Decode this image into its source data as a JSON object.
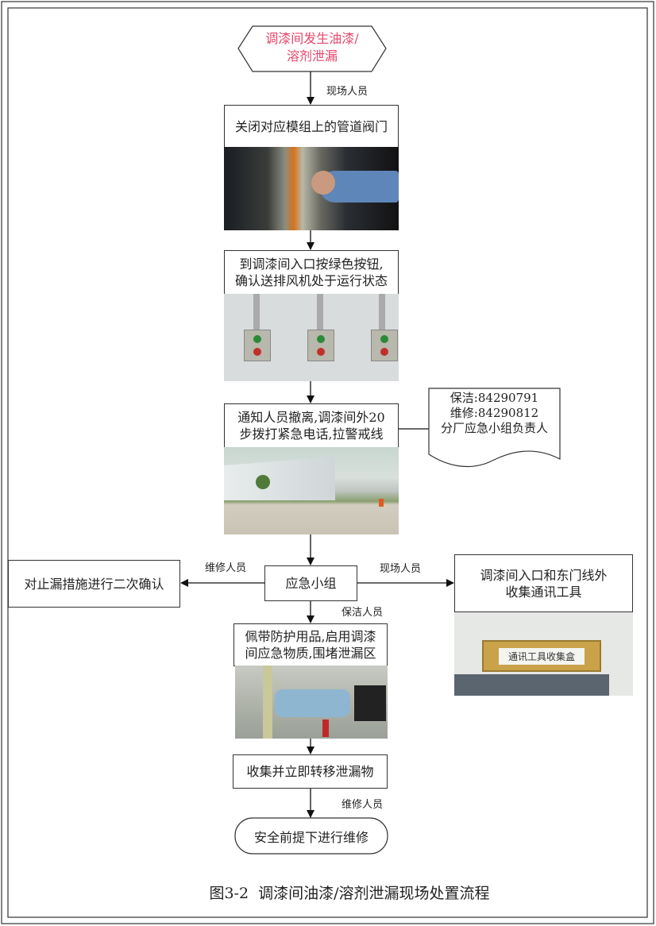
{
  "start": {
    "line1": "调漆间发生油漆/",
    "line2": "溶剂泄漏"
  },
  "steps": [
    {
      "text": "关闭对应模组上的管道阀门"
    },
    {
      "line1": "到调漆间入口按绿色按钮,",
      "line2": "确认送排风机处于运行状态"
    },
    {
      "line1": "通知人员撤离,调漆间外20",
      "line2": "步拨打紧急电话,拉警戒线"
    },
    {
      "text": "应急小组"
    },
    {
      "line1": "佩带防护用品,启用调漆",
      "line2": "间应急物质,围堵泄漏区"
    },
    {
      "text": "收集并立即转移泄漏物"
    }
  ],
  "end": {
    "text": "安全前提下进行维修"
  },
  "left_box": {
    "text": "对止漏措施进行二次确认"
  },
  "right_box": {
    "line1": "调漆间入口和东门线外",
    "line2": "收集通讯工具"
  },
  "contacts": {
    "line1": "保洁:84290791",
    "line2": "维修:84290812",
    "line3": "分厂应急小组负责人"
  },
  "labels": {
    "site_staff_1": "现场人员",
    "maintenance_left": "维修人员",
    "site_staff_right": "现场人员",
    "cleaning": "保洁人员",
    "maintenance_bottom": "维修人员"
  },
  "photo_sign": "通讯工具收集盒",
  "caption": "图3-2  调漆间油漆/溶剂泄漏现场处置流程",
  "colors": {
    "start_text": "#e8456a"
  }
}
